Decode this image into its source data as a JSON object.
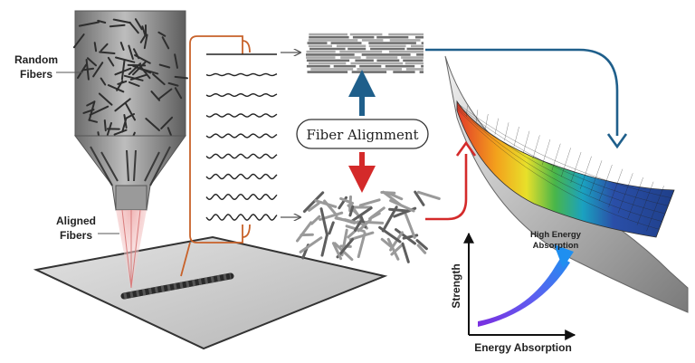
{
  "labels": {
    "random_fibers": [
      "Random",
      "Fibers"
    ],
    "aligned_fibers": [
      "Aligned",
      "Fibers"
    ],
    "fiber_alignment": "Fiber Alignment",
    "high_energy_absorption": [
      "High Energy",
      "Absorption"
    ],
    "y_axis": "Strength",
    "x_axis": "Energy Absorption"
  },
  "colors": {
    "blue_arrow": "#1f5f8b",
    "red_arrow": "#d42a2a",
    "bracket": "#c8622a",
    "nozzle_beam": "#e8a2a2"
  },
  "waviness_levels": [
    0,
    1,
    1.3,
    1.6,
    1.9,
    2.2,
    2.5,
    2.8,
    3.1
  ]
}
